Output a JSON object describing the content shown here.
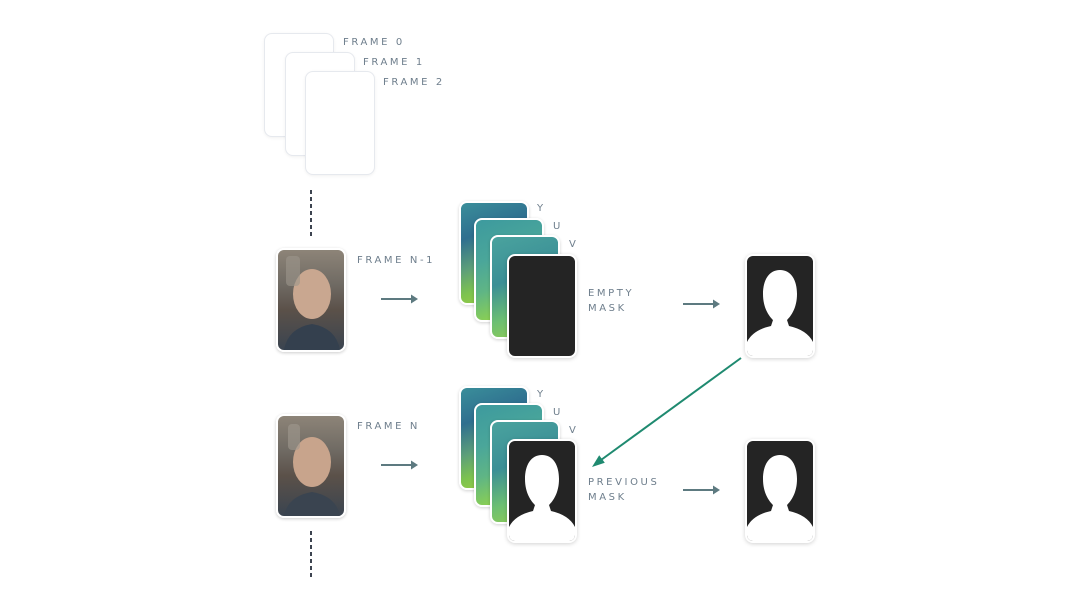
{
  "frames": {
    "frame0": "FRAME 0",
    "frame1": "FRAME 1",
    "frame2": "FRAME 2",
    "frame_n_minus_1": "FRAME N-1",
    "frame_n": "FRAME N"
  },
  "channels": {
    "y": "Y",
    "u": "U",
    "v": "V"
  },
  "masks": {
    "empty_line1": "EMPTY",
    "empty_line2": "MASK",
    "previous_line1": "PREVIOUS",
    "previous_line2": "MASK"
  },
  "colors": {
    "label": "#6e7e8c",
    "arrow": "#5d7a80",
    "feedback_arrow": "#1f8a70",
    "mask_dark": "#242424"
  }
}
